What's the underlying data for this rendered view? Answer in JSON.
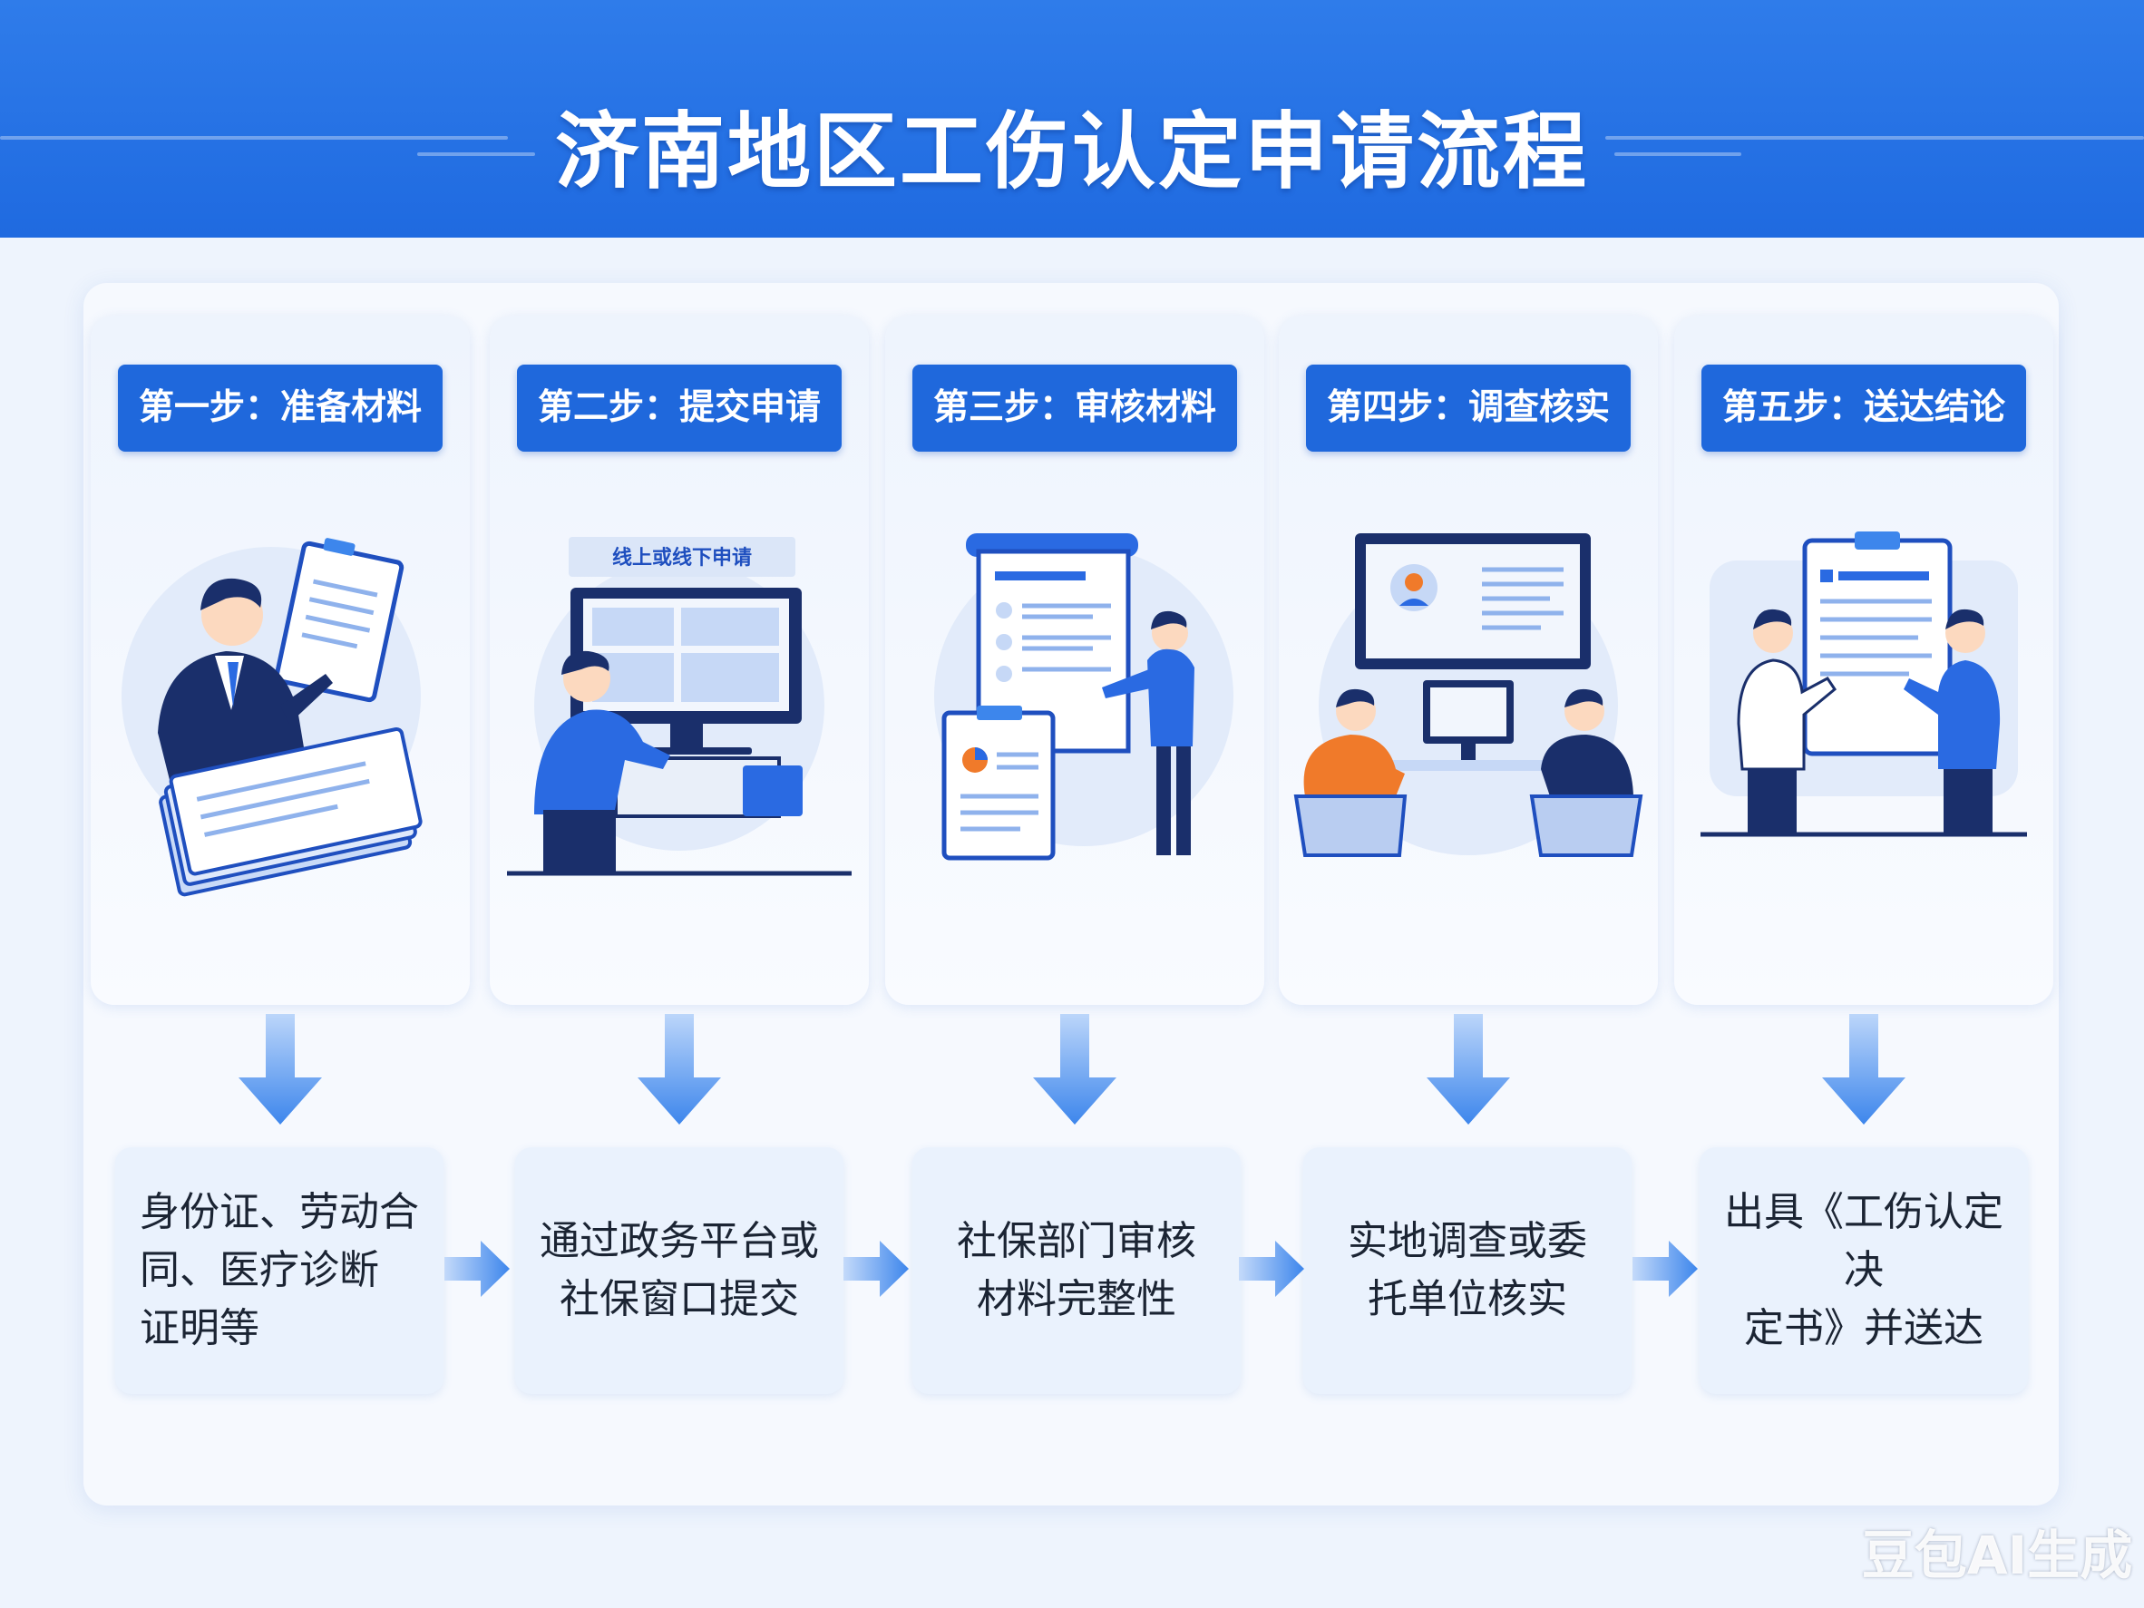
{
  "title": "济南地区工伤认定申请流程",
  "steps": [
    {
      "badge": "第一步：准备材料",
      "description": "身份证、劳动合\n同、医疗诊断\n证明等"
    },
    {
      "badge": "第二步：提交申请",
      "illustration_label": "线上或线下申请",
      "description": "通过政务平台或\n社保窗口提交"
    },
    {
      "badge": "第三步：审核材料",
      "description": "社保部门审核\n材料完整性"
    },
    {
      "badge": "第四步：调查核实",
      "description": "实地调查或委\n托单位核实"
    },
    {
      "badge": "第五步：送达结论",
      "description": "出具《工伤认定决\n定书》并送达"
    }
  ],
  "watermark": "豆包AI生成",
  "colors": {
    "header_blue": "#1f6ae0",
    "badge_blue": "#1f68dc",
    "arrow_blue": "#3d86ec",
    "navy": "#1a2f6b",
    "accent_orange": "#f07a2a"
  }
}
